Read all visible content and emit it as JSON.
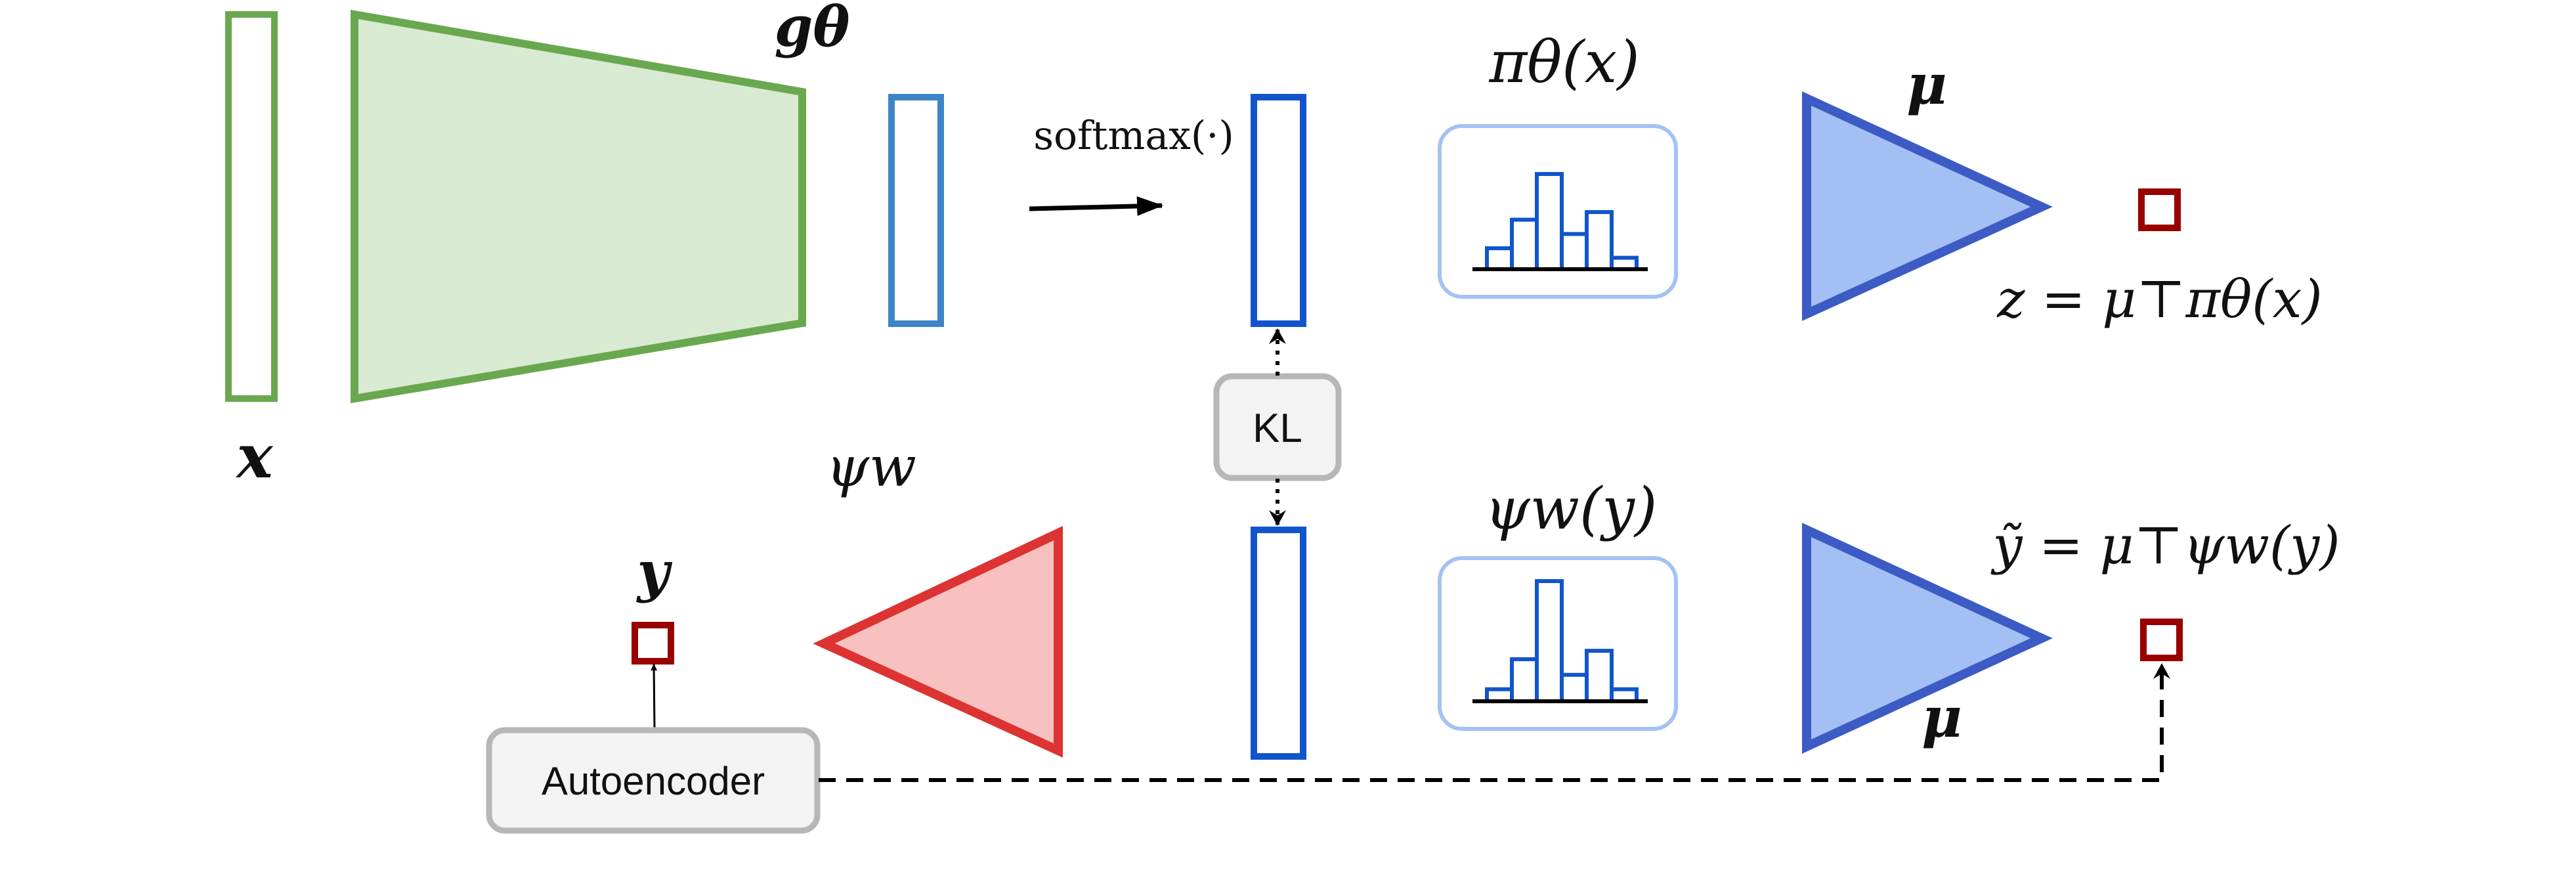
{
  "labels": {
    "x": "x",
    "g_theta": "gθ",
    "softmax": "softmax(·)",
    "pi_theta_x": "πθ(x)",
    "mu_top": "μ",
    "z_eq": "z = μ⊤πθ(x)",
    "psi_w": "ψw",
    "kl": "KL",
    "psi_w_y": "ψw(y)",
    "mu_bottom": "μ",
    "y_tilde_eq": "ỹ = μ⊤ψw(y)",
    "y": "y",
    "autoencoder": "Autoencoder"
  },
  "colors": {
    "green": "#6aa84f",
    "green_fill": "#d9ead3",
    "light_blue": "#3d85c6",
    "dark_blue": "#1155cc",
    "panel_border": "#a4c2f4",
    "triangle_blue": "#3c5bc4",
    "triangle_blue_fill": "#a4bff4",
    "red": "#dd3333",
    "red_fill": "#f9c0c0",
    "dark_red": "#990000",
    "gray_box": "#f3f3f3",
    "gray_border": "#b7b7b7"
  },
  "histograms": {
    "top": [
      0.22,
      0.52,
      1.0,
      0.37,
      0.6,
      0.12
    ],
    "bottom": [
      0.1,
      0.35,
      1.0,
      0.22,
      0.42,
      0.1
    ]
  }
}
